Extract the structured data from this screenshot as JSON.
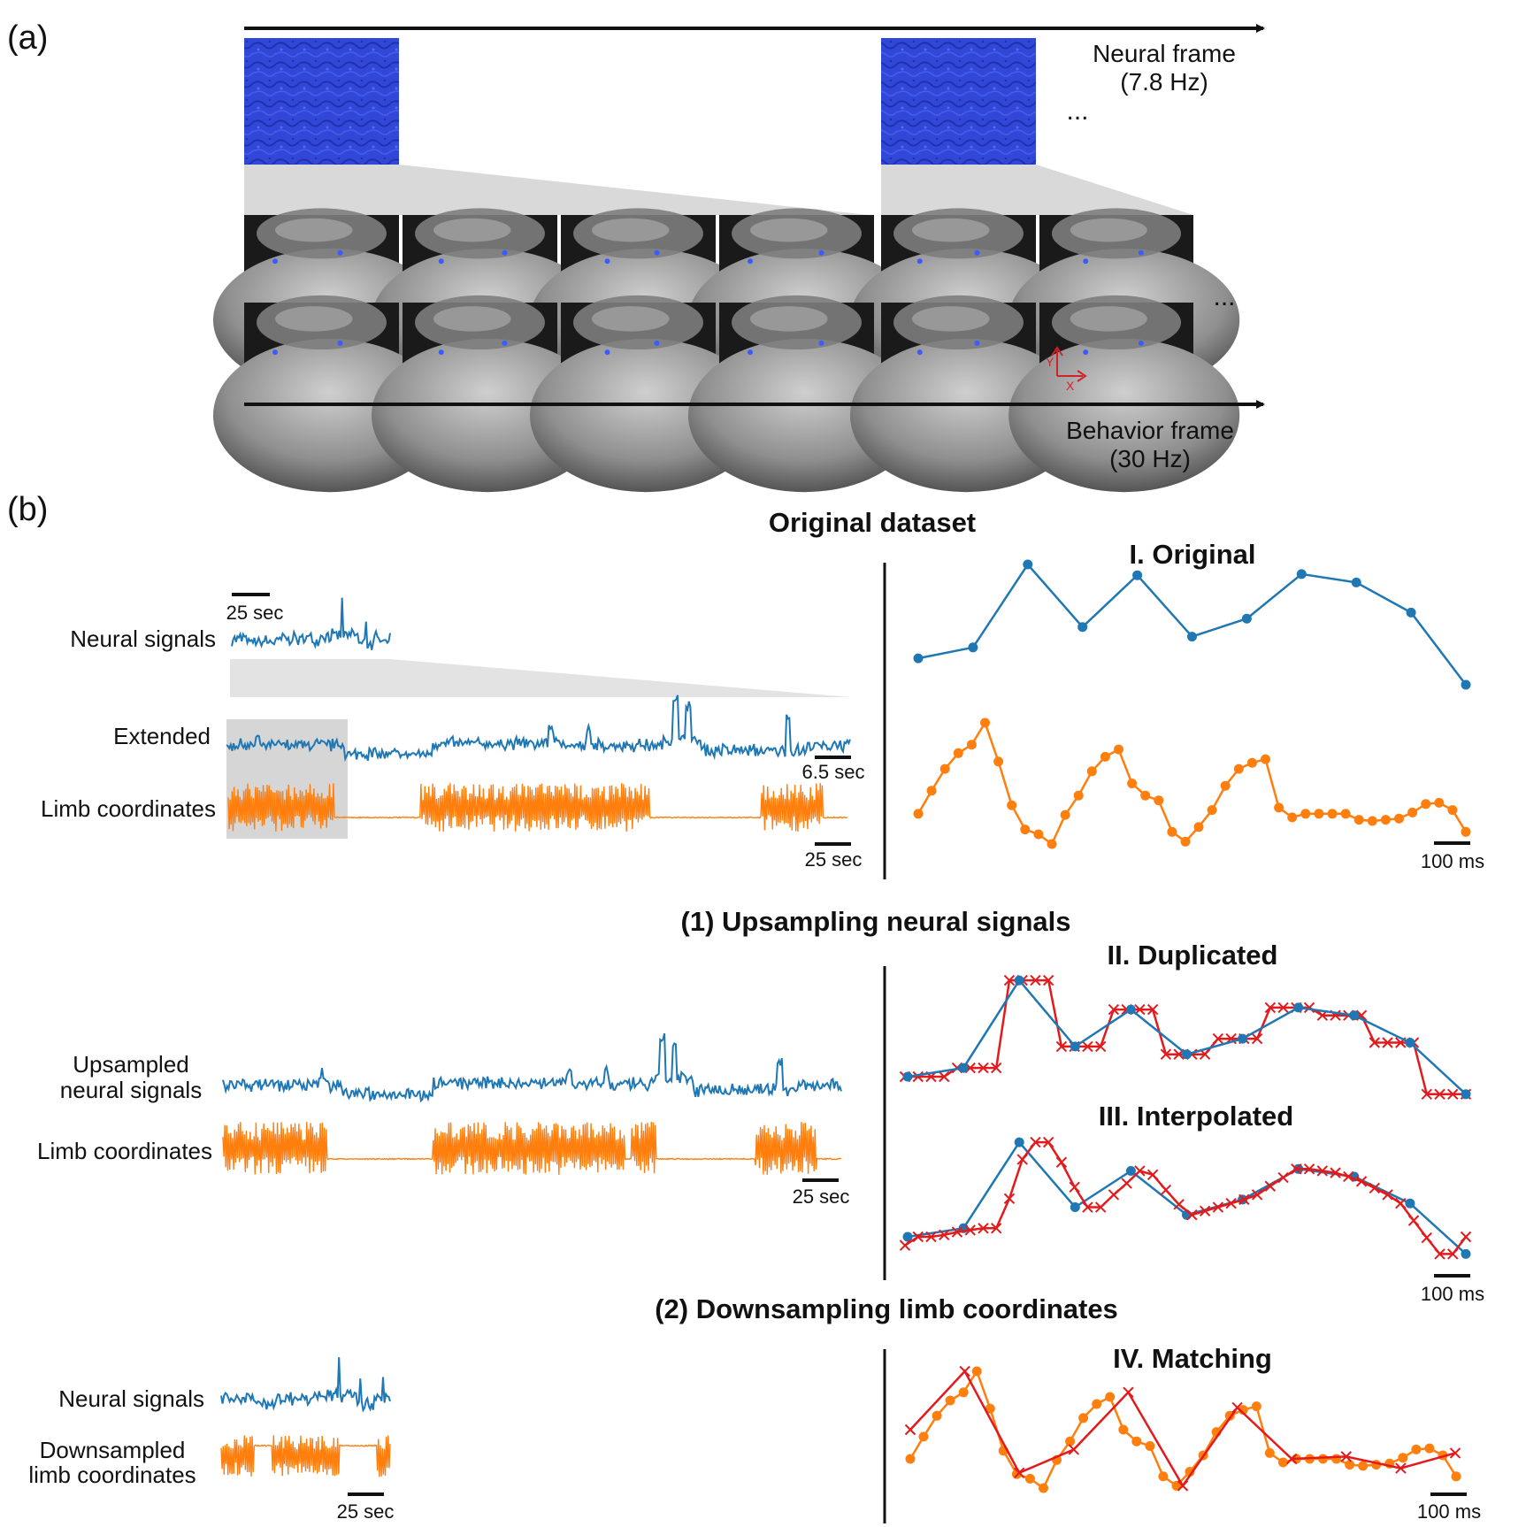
{
  "colors": {
    "neural": "#1f77b4",
    "limb": "#ff7f0e",
    "match": "#e31a1c",
    "neural_frame": "#2b3fd6",
    "shade": "#d9d9d9"
  },
  "panel_a": {
    "label": "(a)",
    "neural_axis_label": "Neural frame",
    "neural_axis_rate": "(7.8 Hz)",
    "behavior_axis_label": "Behavior frame",
    "behavior_axis_rate": "(30 Hz)",
    "ellipsis": "...",
    "axis_x": "X",
    "axis_y": "Y"
  },
  "panel_b": {
    "label": "(b)",
    "section_original": "Original dataset",
    "section_upsampling": "(1) Upsampling neural signals",
    "section_downsampling": "(2) Downsampling limb coordinates",
    "row_neural_signals": "Neural signals",
    "row_extended": "Extended",
    "row_limb_coordinates": "Limb coordinates",
    "row_upsampled_1": "Upsampled",
    "row_upsampled_2": "neural signals",
    "row_limb_coordinates_2": "Limb coordinates",
    "row_neural_signals_2": "Neural signals",
    "row_downsampled_1": "Downsampled",
    "row_downsampled_2": "limb coordinates",
    "scale_25s_a": "25 sec",
    "scale_6_5s": "6.5 sec",
    "scale_25s_b": "25 sec",
    "scale_25s_c": "25 sec",
    "scale_25s_d": "25 sec",
    "title_I": "I. Original",
    "title_II": "II. Duplicated",
    "title_III": "III. Interpolated",
    "title_IV": "IV. Matching",
    "scale_100ms_1": "100 ms",
    "scale_100ms_2": "100 ms",
    "scale_100ms_3": "100 ms"
  },
  "chart_data": [
    {
      "type": "line",
      "title": "I. Original",
      "series": [
        {
          "values": [
            0.22,
            0.31,
            1.0,
            0.48,
            0.91,
            0.4,
            0.55,
            0.92,
            0.85,
            0.6,
            0.0
          ]
        },
        {
          "values": [
            0.25,
            0.44,
            0.62,
            0.75,
            0.82,
            1.0,
            0.68,
            0.32,
            0.12,
            0.08,
            0.0,
            0.24,
            0.4,
            0.6,
            0.72,
            0.78,
            0.5,
            0.4,
            0.36,
            0.1,
            0.02,
            0.14,
            0.28,
            0.48,
            0.62,
            0.67,
            0.7,
            0.3,
            0.22,
            0.25,
            0.25,
            0.25,
            0.25,
            0.2,
            0.19,
            0.2,
            0.21,
            0.26,
            0.33,
            0.34,
            0.28,
            0.1
          ]
        }
      ]
    },
    {
      "type": "line",
      "title": "II. Duplicated",
      "series": [
        {
          "values": [
            0.0,
            0.09,
            0.99,
            0.31,
            0.69,
            0.23,
            0.39,
            0.71,
            0.63,
            0.35,
            -0.18
          ]
        },
        {
          "values": [
            0.0,
            0.0,
            0.0,
            0.0,
            0.09,
            0.09,
            0.09,
            0.09,
            0.99,
            0.99,
            0.99,
            0.99,
            0.31,
            0.31,
            0.31,
            0.31,
            0.69,
            0.69,
            0.69,
            0.69,
            0.23,
            0.23,
            0.23,
            0.23,
            0.39,
            0.39,
            0.39,
            0.39,
            0.71,
            0.71,
            0.71,
            0.71,
            0.63,
            0.63,
            0.63,
            0.63,
            0.35,
            0.35,
            0.35,
            0.35,
            -0.18,
            -0.18,
            -0.18,
            -0.18
          ]
        }
      ]
    },
    {
      "type": "line",
      "title": "III. Interpolated",
      "series": [
        {
          "values": [
            0.0,
            0.09,
            0.99,
            0.31,
            0.69,
            0.23,
            0.39,
            0.71,
            0.63,
            0.35,
            -0.18
          ]
        },
        {
          "values": [
            -0.09,
            0.0,
            0.0,
            0.02,
            0.05,
            0.07,
            0.09,
            0.09,
            0.4,
            0.81,
            0.99,
            0.99,
            0.78,
            0.52,
            0.31,
            0.31,
            0.44,
            0.56,
            0.69,
            0.65,
            0.49,
            0.34,
            0.23,
            0.27,
            0.31,
            0.35,
            0.39,
            0.44,
            0.53,
            0.62,
            0.71,
            0.71,
            0.69,
            0.67,
            0.63,
            0.58,
            0.51,
            0.44,
            0.35,
            0.17,
            -0.01,
            -0.18,
            -0.18,
            0.0
          ]
        }
      ]
    },
    {
      "type": "line",
      "title": "IV. Matching",
      "series": [
        {
          "values": [
            0.25,
            0.44,
            0.62,
            0.75,
            0.82,
            1.0,
            0.68,
            0.32,
            0.12,
            0.08,
            0.0,
            0.24,
            0.4,
            0.6,
            0.72,
            0.78,
            0.5,
            0.4,
            0.36,
            0.1,
            0.02,
            0.14,
            0.28,
            0.48,
            0.62,
            0.67,
            0.7,
            0.3,
            0.22,
            0.25,
            0.25,
            0.25,
            0.25,
            0.2,
            0.19,
            0.2,
            0.21,
            0.26,
            0.33,
            0.34,
            0.28,
            0.1
          ]
        },
        {
          "values": [
            0.5,
            1.0,
            0.13,
            0.33,
            0.82,
            0.02,
            0.69,
            0.25,
            0.27,
            0.17,
            0.3
          ]
        }
      ]
    }
  ]
}
